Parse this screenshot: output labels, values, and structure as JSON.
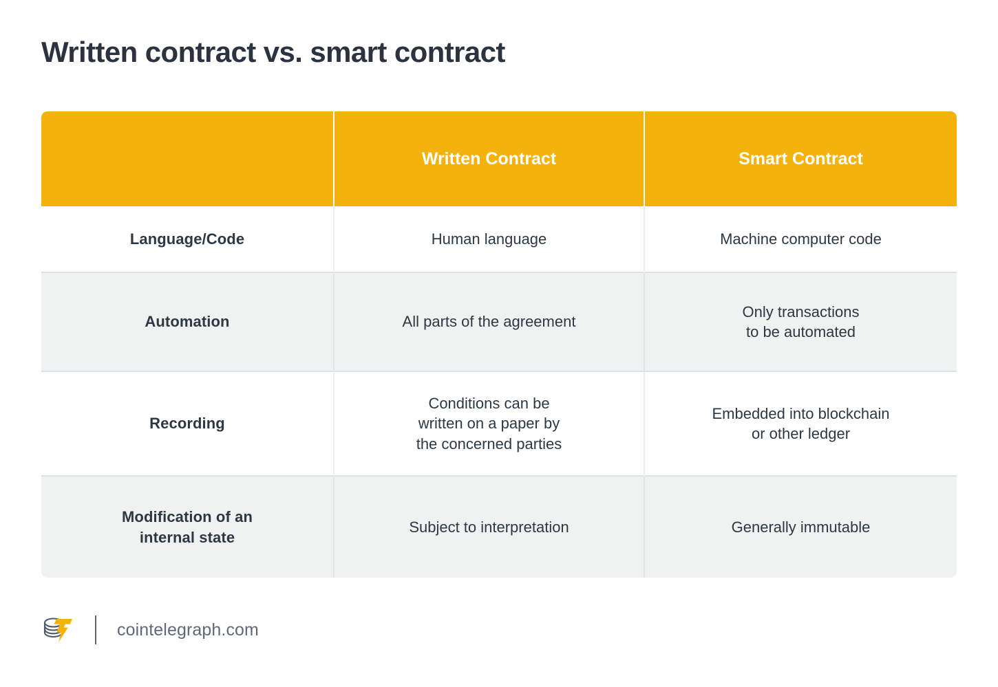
{
  "page": {
    "title": "Written contract vs. smart contract",
    "background": "#ffffff",
    "title_color": "#2b3340"
  },
  "theme": {
    "header_bg": "#f4b30c",
    "header_text": "#ffffff",
    "row_alt_bg": "#f0f1f1",
    "row_bg": "#ffffff",
    "body_text": "#2d3845",
    "divider": "#dde2e6",
    "footer_text": "#5d6a77",
    "logo_gold": "#f4b30c",
    "logo_dark": "#5b6775"
  },
  "table": {
    "columns": [
      {
        "key": "label",
        "header": ""
      },
      {
        "key": "written",
        "header": "Written Contract"
      },
      {
        "key": "smart",
        "header": "Smart Contract"
      }
    ],
    "rows": [
      {
        "label": "Language/Code",
        "written": "Human language",
        "smart": "Machine computer code",
        "shade": "white"
      },
      {
        "label": "Automation",
        "written": "All parts of the agreement",
        "smart": "Only transactions\nto be automated",
        "shade": "grey"
      },
      {
        "label": "Recording",
        "written": "Conditions can be\nwritten on a paper by\nthe concerned parties",
        "smart": "Embedded into blockchain\nor other ledger",
        "shade": "white"
      },
      {
        "label": "Modification of an\ninternal state",
        "written": "Subject to interpretation",
        "smart": "Generally immutable",
        "shade": "grey"
      }
    ]
  },
  "footer": {
    "logo_name": "cointelegraph-logo",
    "site": "cointelegraph.com"
  }
}
